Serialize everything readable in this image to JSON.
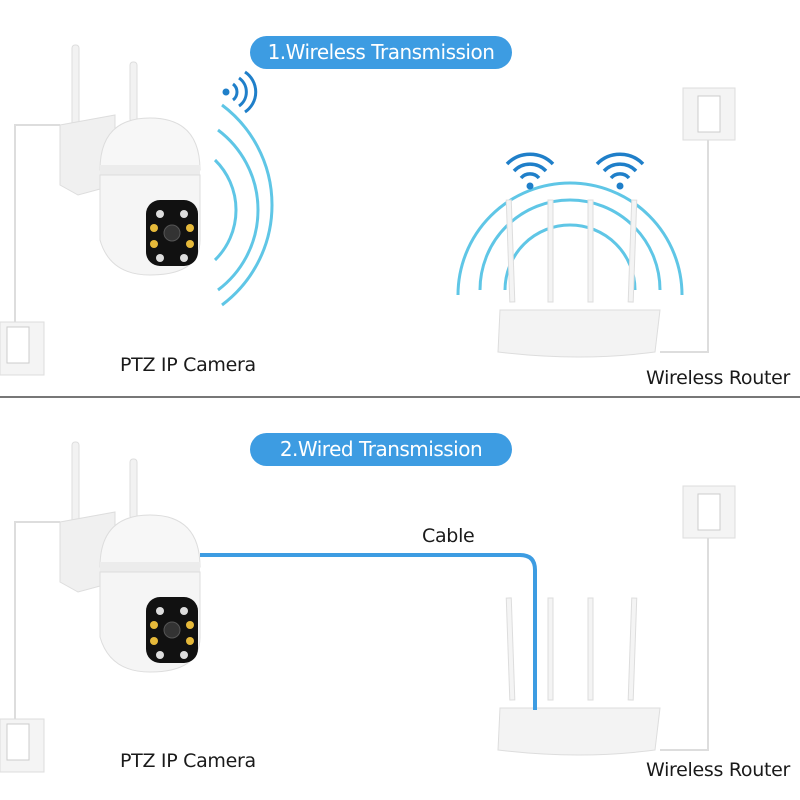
{
  "sections": [
    {
      "title": "1.Wireless Transmission",
      "camera_label": "PTZ IP Camera",
      "router_label": "Wireless Router"
    },
    {
      "title": "2.Wired Transmission",
      "camera_label": "PTZ IP Camera",
      "router_label": "Wireless Router",
      "cable_label": "Cable"
    }
  ],
  "colors": {
    "accent": "#3d9ce2",
    "wave": "#5fc6e6",
    "wifi_icon": "#1f7fc9"
  }
}
